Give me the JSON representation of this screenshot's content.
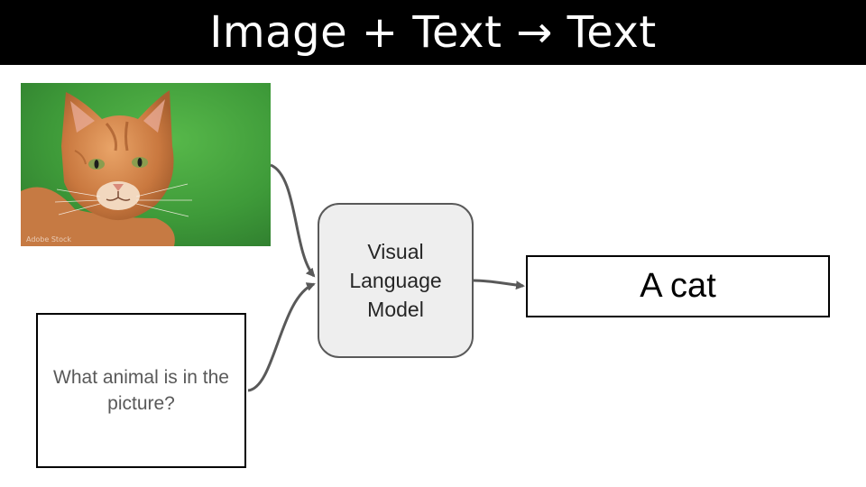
{
  "title": "Image + Text → Text",
  "input_image": {
    "icon": "cat-photo",
    "watermark": "Adobe Stock"
  },
  "input_text": "What animal is in the picture?",
  "model": {
    "label": "Visual Language Model"
  },
  "output_text": "A cat",
  "colors": {
    "title_bar": "#000000",
    "title_text": "#ffffff",
    "model_fill": "#eeeeee",
    "model_border": "#595959",
    "arrow": "#595959",
    "question_text": "#595959"
  }
}
